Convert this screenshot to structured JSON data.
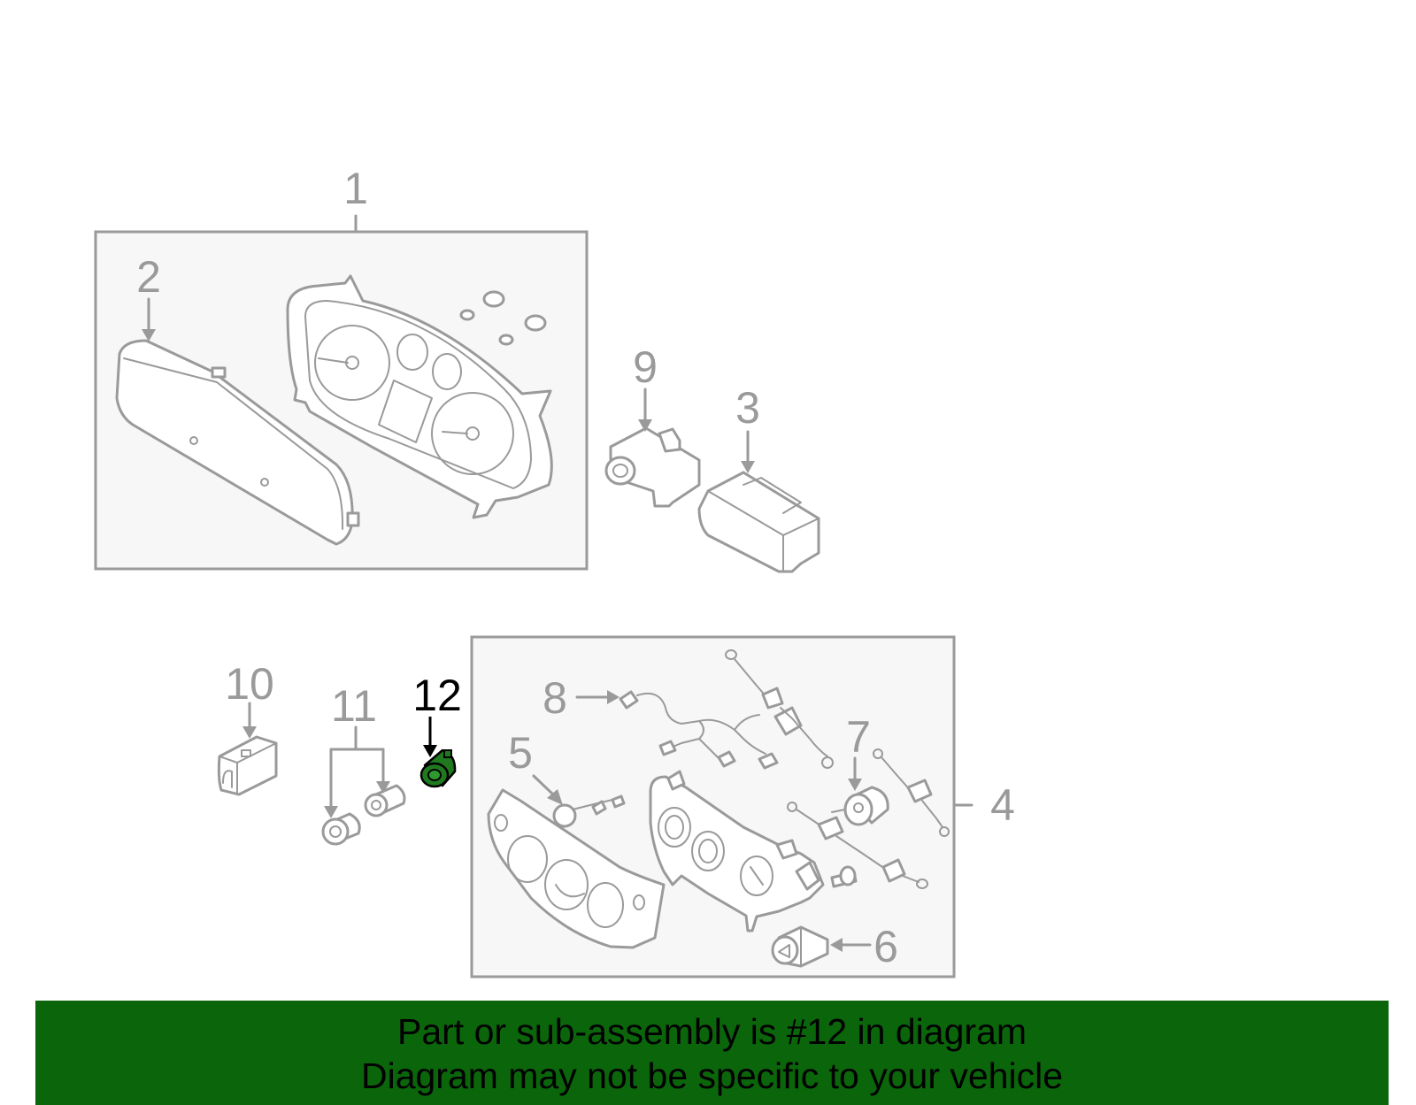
{
  "colors": {
    "banner_background": "#0b650b",
    "highlight_part": "#1f7a1f",
    "line_gray": "#9a9a9a",
    "box_fill": "#f7f7f7"
  },
  "callouts": {
    "c1": "1",
    "c2": "2",
    "c3": "3",
    "c4": "4",
    "c5": "5",
    "c6": "6",
    "c7": "7",
    "c8": "8",
    "c9": "9",
    "c10": "10",
    "c11": "11",
    "c12": "12"
  },
  "highlighted_part": "12",
  "banner": {
    "line1": "Part or sub-assembly is #12 in diagram",
    "line2": "Diagram may not be specific to your vehicle"
  }
}
